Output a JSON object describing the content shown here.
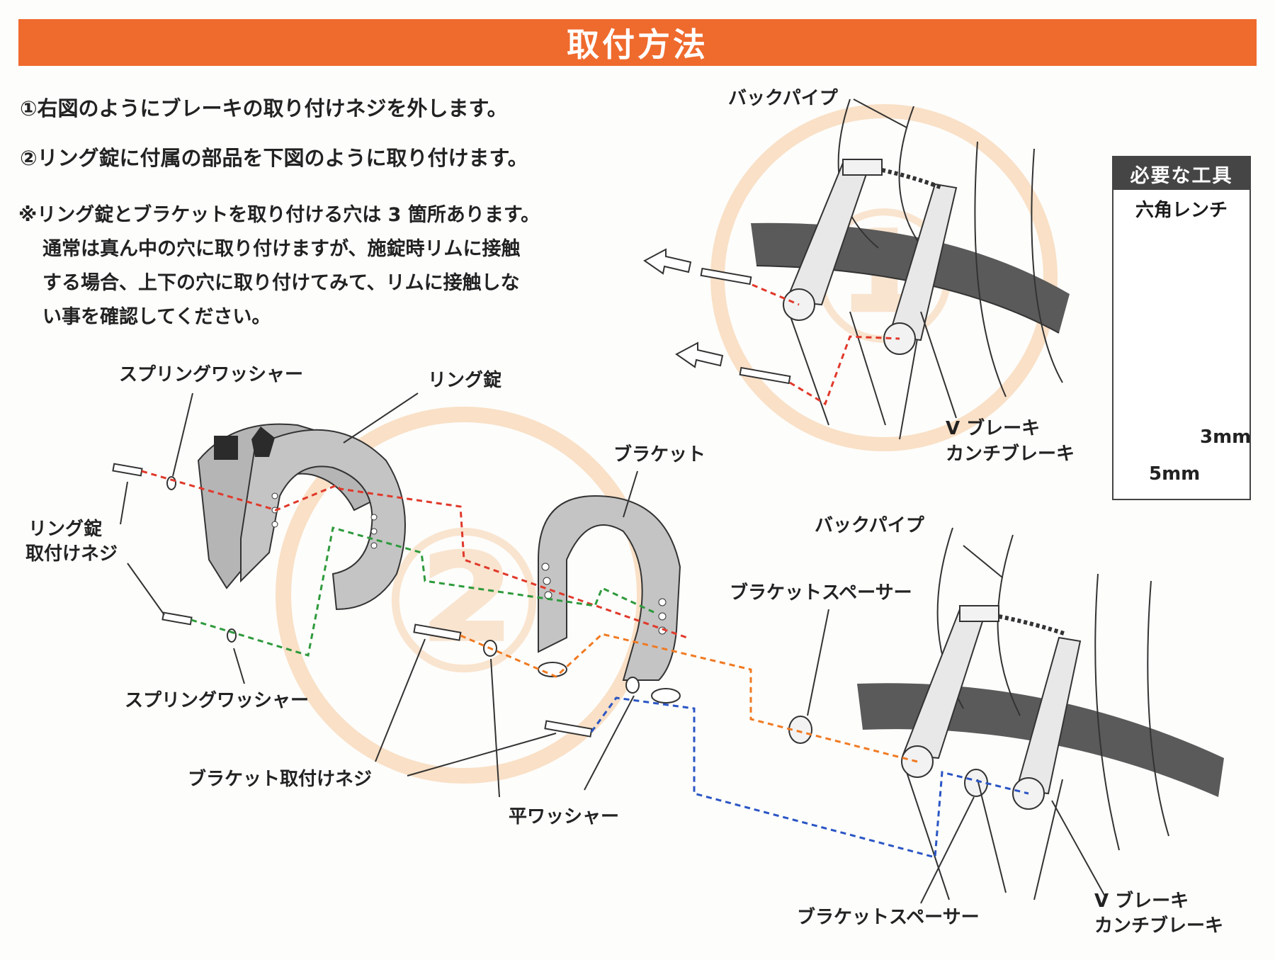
{
  "header": {
    "title": "取付方法"
  },
  "steps": [
    "①右図のようにブレーキの取り付けネジを外します。",
    "②リング錠に付属の部品を下図のように取り付けます。"
  ],
  "note": [
    "※リング錠とブラケットを取り付ける穴は 3 箇所あります。",
    "通常は真ん中の穴に取り付けますが、施錠時リムに接触",
    "する場合、上下の穴に取り付けてみて、リムに接触しな",
    "い事を確認してください。"
  ],
  "diagram1": {
    "badge": "①",
    "labels": {
      "back_pipe": "バックパイプ",
      "v_brake": "V ブレーキ",
      "cantilever": "カンチブレーキ"
    }
  },
  "tools": {
    "title": "必要な工具",
    "subtitle": "六角レンチ",
    "sizes": [
      "3mm",
      "5mm"
    ]
  },
  "diagram2": {
    "badge": "②",
    "labels": {
      "spring_washer_top": "スプリングワッシャー",
      "ring_lock": "リング錠",
      "ring_lock_screw_1": "リング錠",
      "ring_lock_screw_2": "取付けネジ",
      "bracket": "ブラケット",
      "spring_washer_bottom": "スプリングワッシャー",
      "bracket_screw": "ブラケット取付けネジ",
      "flat_washer": "平ワッシャー",
      "back_pipe": "バックパイプ",
      "bracket_spacer_top": "ブラケットスペーサー",
      "bracket_spacer_bottom": "ブラケットスペーサー",
      "v_brake": "V ブレーキ",
      "cantilever": "カンチブレーキ"
    }
  },
  "colors": {
    "header": "#ef6a2d",
    "badge": "#f6c89a",
    "red": "#e0392b",
    "green": "#2e9a3c",
    "orange": "#f07a22",
    "blue": "#2b55c4"
  }
}
